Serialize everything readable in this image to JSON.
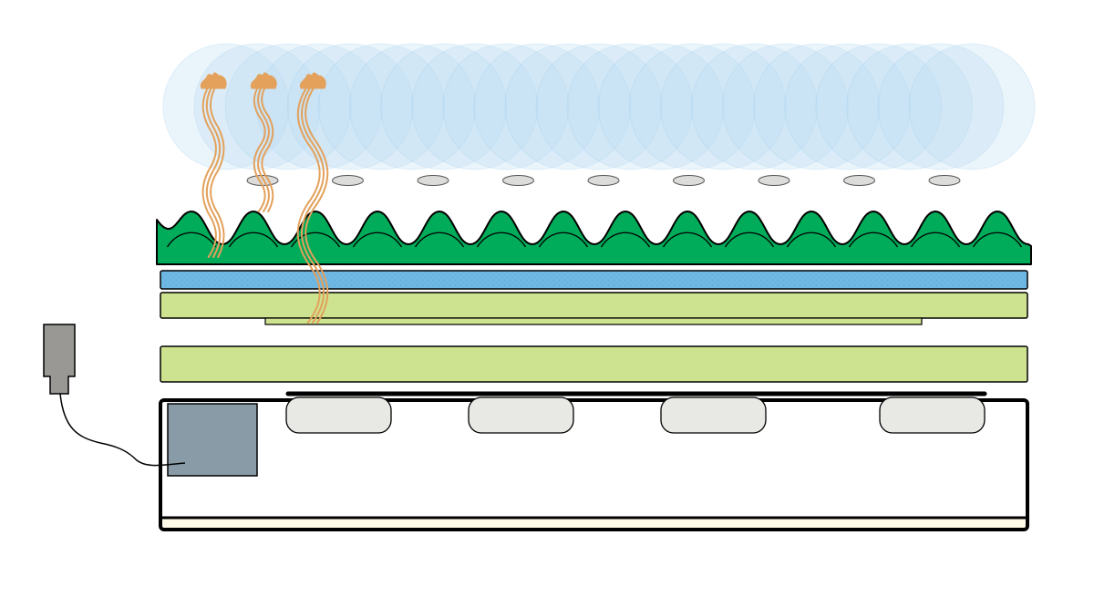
{
  "diagram": {
    "colors": {
      "background": "#ffffff",
      "mist": "#b8dcf2",
      "mist_edge": "#9dcbea",
      "pore": "#dcdcda",
      "pore_edge": "#555555",
      "wavy_mat": "#00ab5a",
      "water_layer": "#6fb8e4",
      "water_dots": "#4f9fd0",
      "green_layer": "#cde38f",
      "tray_fill": "#ffffff",
      "base_stripe": "#fffbe6",
      "nozzle": "#e8e8e5",
      "device": "#8a9ba8",
      "adapter": "#9a9894",
      "root": "#e3a15b",
      "outline": "#000000"
    },
    "mist_count": 25,
    "pore_count": 9,
    "wave_count": 14,
    "nozzle_count": 4,
    "plant_count": 3
  }
}
